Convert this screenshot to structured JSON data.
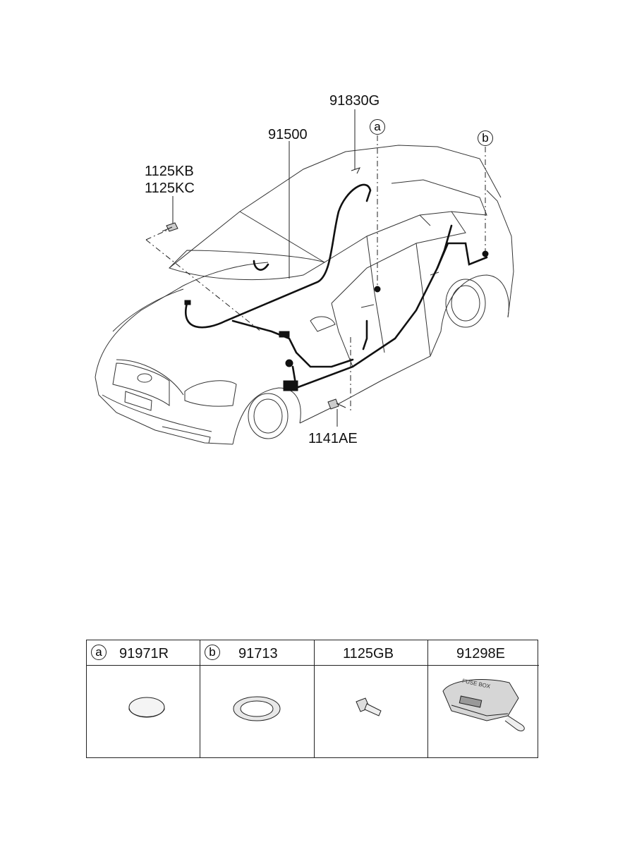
{
  "callouts": {
    "bolt_top": [
      "1125KB",
      "1125KC"
    ],
    "main_harness": "91500",
    "roof_clip": "91830G",
    "ref_a": "a",
    "ref_b": "b",
    "bolt_bottom": "1141AE"
  },
  "parts_table": {
    "columns": [
      {
        "ref": "a",
        "part_no": "91971R",
        "item": "plug-cap"
      },
      {
        "ref": "b",
        "part_no": "91713",
        "item": "grommet"
      },
      {
        "ref": "",
        "part_no": "1125GB",
        "item": "bolt"
      },
      {
        "ref": "",
        "part_no": "91298E",
        "item": "fuse-box"
      }
    ],
    "fuse_box_text": "FUSE BOX"
  }
}
